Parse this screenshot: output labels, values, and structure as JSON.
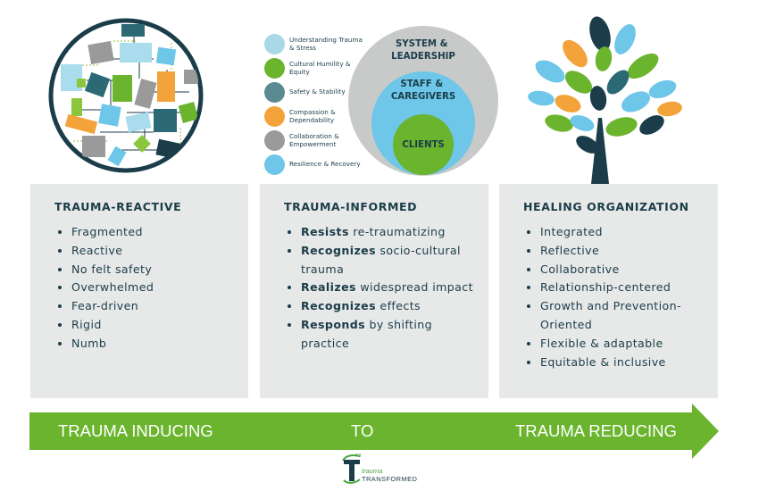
{
  "colors": {
    "dark_teal": "#1b3d4a",
    "teal": "#2b6a74",
    "slate": "#5b8a92",
    "light_blue": "#6ec6e8",
    "pale_blue": "#a9dcec",
    "green": "#6ab42e",
    "lime": "#8cc63f",
    "orange": "#f3a33a",
    "gray": "#9a9a9a",
    "light_gray": "#c8c9c9",
    "panel_bg": "#e7e8e8",
    "arrow_green": "#6ab42e"
  },
  "legend": [
    {
      "label": "Understanding Trauma & Stress",
      "color": "#a9d8e6"
    },
    {
      "label": "Cultural Humility & Equity",
      "color": "#6ab42e"
    },
    {
      "label": "Safety & Stability",
      "color": "#5b8a92"
    },
    {
      "label": "Compassion & Dependability",
      "color": "#f3a33a"
    },
    {
      "label": "Collaboration & Empowerment",
      "color": "#9a9a9a"
    },
    {
      "label": "Resilience & Recovery",
      "color": "#6ec6e8"
    }
  ],
  "circles": {
    "outer": "SYSTEM &\nLEADERSHIP",
    "middle": "STAFF &\nCAREGIVERS",
    "inner": "CLIENTS"
  },
  "panels": {
    "reactive": {
      "title": "TRAUMA-REACTIVE",
      "items": [
        "Fragmented",
        "Reactive",
        "No felt safety",
        "Overwhelmed",
        "Fear-driven",
        "Rigid",
        "Numb"
      ]
    },
    "informed": {
      "title": "TRAUMA-INFORMED",
      "items": [
        {
          "bold": "Resists",
          "rest": " re-traumatizing"
        },
        {
          "bold": "Recognizes",
          "rest": " socio-cultural trauma"
        },
        {
          "bold": "Realizes",
          "rest": " widespread impact"
        },
        {
          "bold": "Recognizes",
          "rest": " effects"
        },
        {
          "bold": "Responds",
          "rest": " by shifting practice"
        }
      ]
    },
    "healing": {
      "title": "HEALING ORGANIZATION",
      "items": [
        "Integrated",
        "Reflective",
        "Collaborative",
        "Relationship-centered",
        "Growth and Prevention-Oriented",
        "Flexible & adaptable",
        "Equitable & inclusive"
      ]
    }
  },
  "arrow": {
    "left": "TRAUMA INDUCING",
    "middle": "TO",
    "right": "TRAUMA REDUCING"
  },
  "logo": {
    "word1": "trauma",
    "word2": "TRANSFORMED",
    "superscript": "T3"
  }
}
